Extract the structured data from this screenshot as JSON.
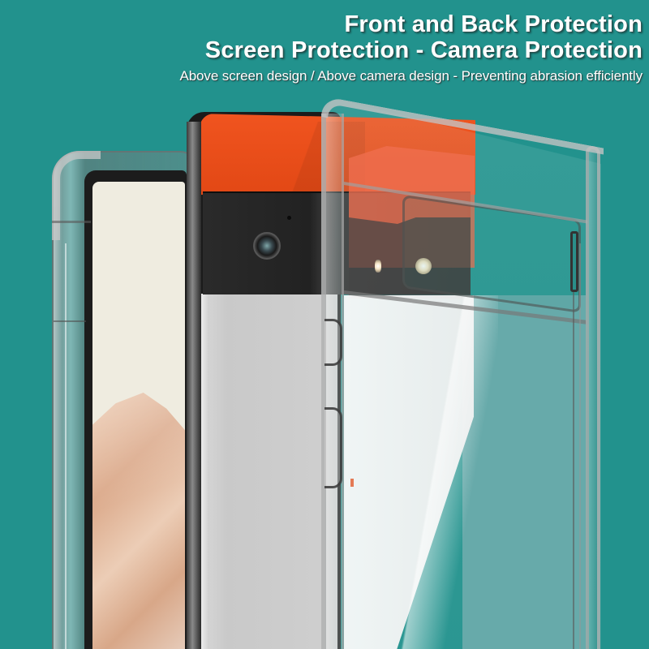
{
  "headline": {
    "line1": "Front and Back Protection",
    "line2": "Screen Protection - Camera Protection",
    "subtitle": "Above screen design / Above camera design - Preventing abrasion efficiently"
  },
  "product_visuals": {
    "front_phone": {
      "label": "front-view phone with screen",
      "screen_color": "#efece0",
      "wallpaper": "desert dune"
    },
    "back_phone": {
      "label": "back-view phone",
      "camera_bar_color": "#f0541f",
      "body_color": "#d0d0d0"
    },
    "clear_case": {
      "label": "transparent protective case",
      "material": "clear"
    }
  },
  "colors": {
    "background": "#22928d",
    "text": "#ffffff",
    "accent_orange": "#f0541f",
    "camera_bar": "#222222"
  }
}
